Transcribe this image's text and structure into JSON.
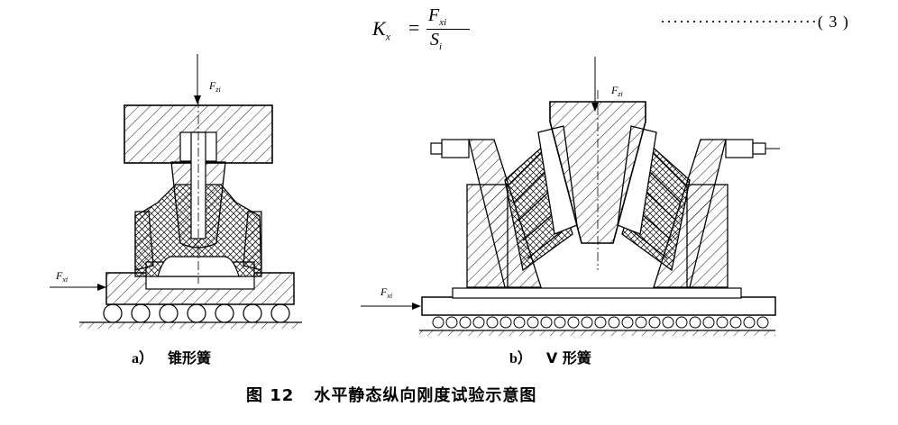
{
  "formula": {
    "lhs_base": "K",
    "lhs_sub": "x",
    "equals": "=",
    "num_base": "F",
    "num_sub": "xi",
    "den_base": "S",
    "den_sub": "i"
  },
  "equation_number": "·························( 3 )",
  "force_labels": {
    "a_vertical_base": "F",
    "a_vertical_sub": "zi",
    "a_horizontal_base": "F",
    "a_horizontal_sub": "xi",
    "b_vertical_base": "F",
    "b_vertical_sub": "zi",
    "b_horizontal_base": "F",
    "b_horizontal_sub": "xi"
  },
  "captions": {
    "a_letter": "a）",
    "a_text": "锥形簧",
    "b_letter": "b）",
    "b_text": "V 形簧"
  },
  "figure_title": {
    "number": "图 12",
    "text": "水平静态纵向刚度试验示意图"
  },
  "colors": {
    "ink": "#000000",
    "background": "#ffffff"
  }
}
